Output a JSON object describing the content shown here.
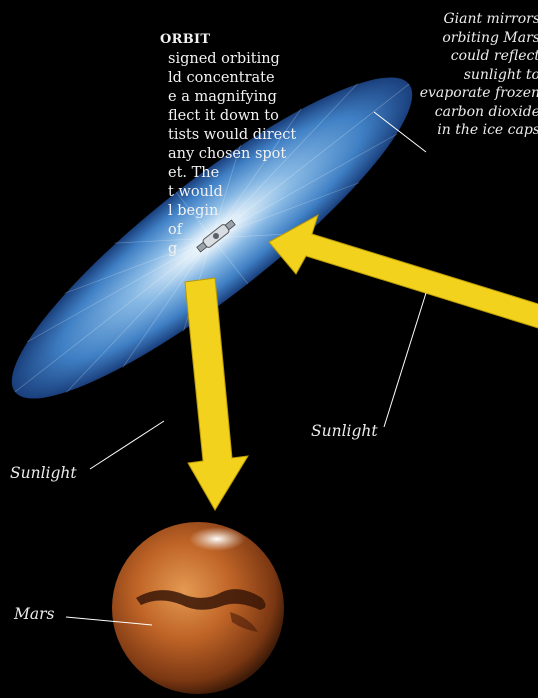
{
  "heading": "ORBIT",
  "body_lines": [
    "signed orbiting",
    "ld concentrate",
    "e a magnifying",
    "flect it down to",
    "tists would direct",
    "any chosen spot",
    "et. The",
    "t would",
    "l begin",
    "of",
    "g"
  ],
  "mirror_caption_lines": [
    "Giant mirrors",
    "orbiting Mars",
    "could reflect",
    "sunlight to",
    "evaporate frozen",
    "carbon dioxide",
    "in the ice caps"
  ],
  "labels": {
    "sunlight_left": "Sunlight",
    "sunlight_right": "Sunlight",
    "mars": "Mars"
  },
  "colors": {
    "background": "#000000",
    "arrow": "#f2d21c",
    "mirror": "#5a9ad8",
    "planet": "#c46a2c"
  }
}
